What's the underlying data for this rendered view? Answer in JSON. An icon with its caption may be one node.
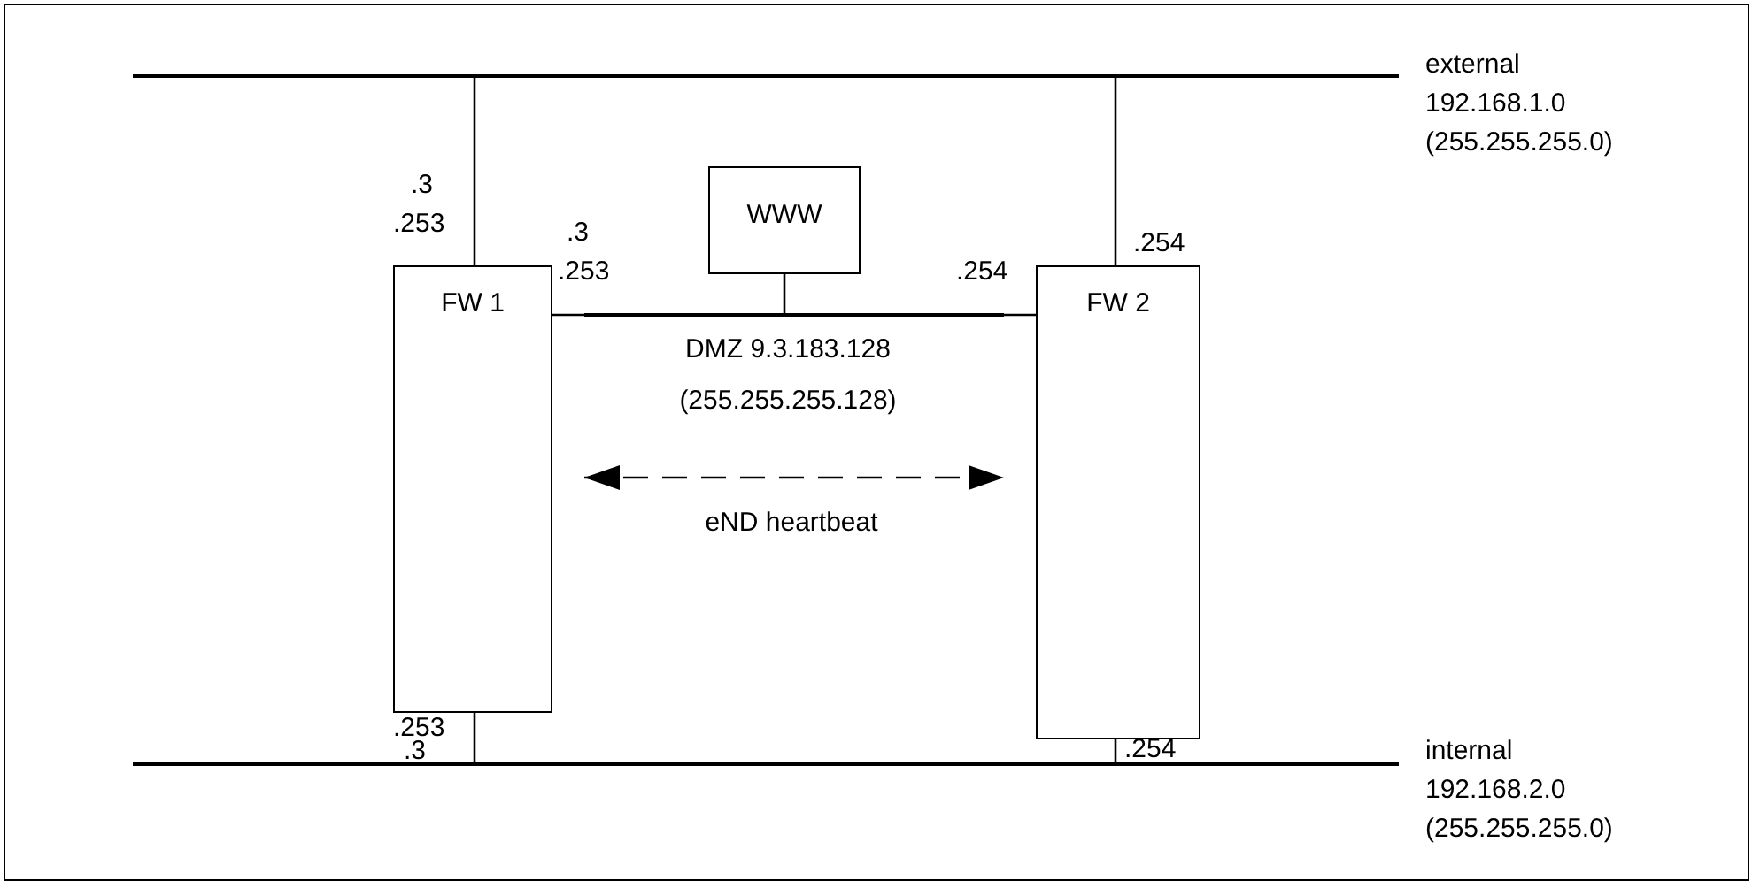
{
  "diagram": {
    "nodes": [
      {
        "text": [],
        "shape": "bar",
        "beside": [
          "external 192.168.1.0 (255.255.255.0)"
        ]
      },
      {
        "text": [
          "FW 1"
        ]
      },
      {
        "text": [
          "WWW"
        ]
      },
      {
        "text": [],
        "shape": "bar",
        "beside": [
          "DMZ 9.3.183.128 (255.255.255.128)"
        ]
      },
      {
        "text": [
          "FW 2"
        ]
      },
      {
        "text": [],
        "shape": "bar",
        "beside": [
          "internal 192.168.2.0 (255.255.255.0)"
        ]
      }
    ],
    "edges": [
      {
        "from": 0,
        "to": 1,
        "arrow": "none"
      },
      {
        "from": 0,
        "to": 4,
        "arrow": "none"
      },
      {
        "from": 1,
        "to": 3,
        "arrow": "none"
      },
      {
        "from": 2,
        "to": 3,
        "arrow": "none"
      },
      {
        "from": 3,
        "to": 4,
        "arrow": "none"
      },
      {
        "from": 1,
        "to": 4,
        "arrow": "both",
        "style": "dashed",
        "label": "eND heartbeat"
      },
      {
        "from": 5,
        "to": 1,
        "arrow": "none"
      },
      {
        "from": 5,
        "to": 4,
        "arrow": "none"
      }
    ],
    "labels": [
      ".3",
      ".253",
      ".3",
      ".254",
      ".253",
      ".254",
      ".253",
      ".3",
      ".254"
    ]
  }
}
